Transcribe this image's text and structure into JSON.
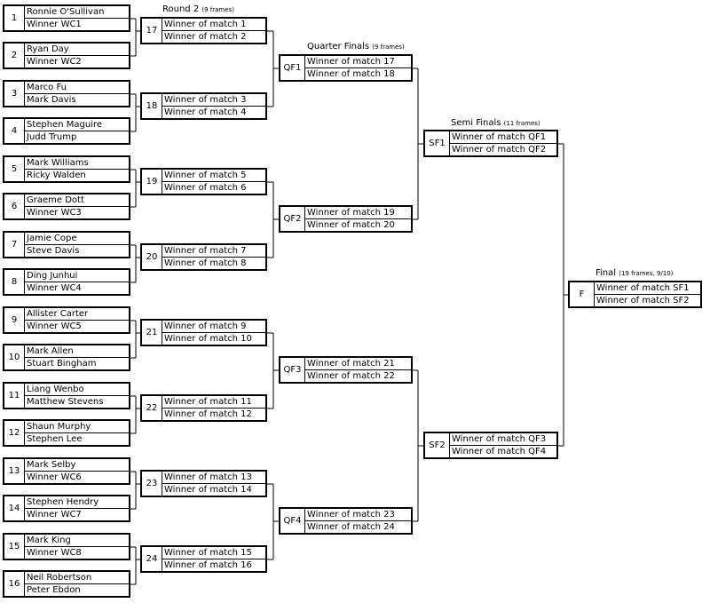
{
  "headers": {
    "r2": {
      "title": "Round 2",
      "note": "(9 frames)"
    },
    "qf": {
      "title": "Quarter Finals",
      "note": "(9 frames)"
    },
    "sf": {
      "title": "Semi Finals",
      "note": "(11 frames)"
    },
    "f": {
      "title": "Final",
      "note": "(19 frames, 9/10)"
    }
  },
  "r1": [
    {
      "num": "1",
      "p1": "Ronnie O'Sullivan",
      "p2": "Winner WC1"
    },
    {
      "num": "2",
      "p1": "Ryan Day",
      "p2": "Winner WC2"
    },
    {
      "num": "3",
      "p1": "Marco Fu",
      "p2": "Mark Davis"
    },
    {
      "num": "4",
      "p1": "Stephen Maguire",
      "p2": "Judd Trump"
    },
    {
      "num": "5",
      "p1": "Mark Williams",
      "p2": "Ricky Walden"
    },
    {
      "num": "6",
      "p1": "Graeme Dott",
      "p2": "Winner WC3"
    },
    {
      "num": "7",
      "p1": "Jamie Cope",
      "p2": "Steve Davis"
    },
    {
      "num": "8",
      "p1": "Ding Junhui",
      "p2": "Winner WC4"
    },
    {
      "num": "9",
      "p1": "Allister Carter",
      "p2": "Winner WC5"
    },
    {
      "num": "10",
      "p1": "Mark Allen",
      "p2": "Stuart Bingham"
    },
    {
      "num": "11",
      "p1": "Liang Wenbo",
      "p2": "Matthew Stevens"
    },
    {
      "num": "12",
      "p1": "Shaun Murphy",
      "p2": "Stephen Lee"
    },
    {
      "num": "13",
      "p1": "Mark Selby",
      "p2": "Winner WC6"
    },
    {
      "num": "14",
      "p1": "Stephen Hendry",
      "p2": "Winner WC7"
    },
    {
      "num": "15",
      "p1": "Mark King",
      "p2": "Winner WC8"
    },
    {
      "num": "16",
      "p1": "Neil Robertson",
      "p2": "Peter Ebdon"
    }
  ],
  "r2": [
    {
      "num": "17",
      "p1": "Winner of match 1",
      "p2": "Winner of match 2"
    },
    {
      "num": "18",
      "p1": "Winner of match 3",
      "p2": "Winner of match 4"
    },
    {
      "num": "19",
      "p1": "Winner of match 5",
      "p2": "Winner of match 6"
    },
    {
      "num": "20",
      "p1": "Winner of match 7",
      "p2": "Winner of match 8"
    },
    {
      "num": "21",
      "p1": "Winner of match 9",
      "p2": "Winner of match 10"
    },
    {
      "num": "22",
      "p1": "Winner of match 11",
      "p2": "Winner of match 12"
    },
    {
      "num": "23",
      "p1": "Winner of match 13",
      "p2": "Winner of match 14"
    },
    {
      "num": "24",
      "p1": "Winner of match 15",
      "p2": "Winner of match 16"
    }
  ],
  "qf": [
    {
      "num": "QF1",
      "p1": "Winner of match 17",
      "p2": "Winner of match 18"
    },
    {
      "num": "QF2",
      "p1": "Winner of match 19",
      "p2": "Winner of match 20"
    },
    {
      "num": "QF3",
      "p1": "Winner of match 21",
      "p2": "Winner of match 22"
    },
    {
      "num": "QF4",
      "p1": "Winner of match 23",
      "p2": "Winner of match 24"
    }
  ],
  "sf": [
    {
      "num": "SF1",
      "p1": "Winner of match QF1",
      "p2": "Winner of match QF2"
    },
    {
      "num": "SF2",
      "p1": "Winner of match QF3",
      "p2": "Winner of match QF4"
    }
  ],
  "f": [
    {
      "num": "F",
      "p1": "Winner of match SF1",
      "p2": "Winner of match SF2"
    }
  ]
}
